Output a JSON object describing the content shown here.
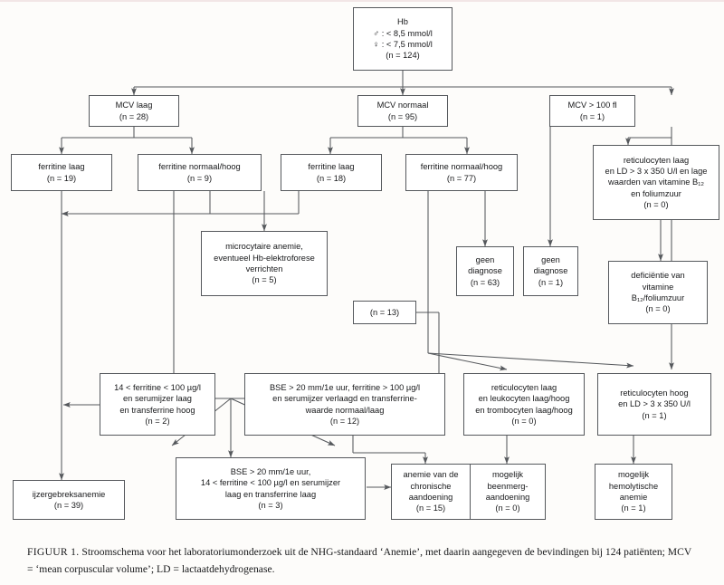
{
  "figure": {
    "caption_prefix": "FIGUUR 1.",
    "caption_text": " Stroomschema voor het laboratoriumonderzoek uit de NHG-standaard ‘Anemie’, met daarin aangegeven de bevindingen bij 124 patiënten; MCV = ‘mean corpuscular volume’; LD = lactaatdehydrogenase."
  },
  "colors": {
    "box_border": "#55585c",
    "line": "#55585c",
    "background": "#fdfcfa",
    "box_fill": "#ffffff",
    "text": "#17181a"
  },
  "chart_data": {
    "type": "diagram",
    "title": "Stroomschema laboratoriumonderzoek anemie (NHG-standaard)",
    "total_patients": 124,
    "nodes": [
      {
        "id": "hb",
        "label": "Hb\n♂ : < 8,5 mmol/l\n♀ : < 7,5 mmol/l\n(n = 124)",
        "n": 124
      },
      {
        "id": "mcv_laag",
        "label": "MCV laag\n(n = 28)",
        "n": 28
      },
      {
        "id": "mcv_normaal",
        "label": "MCV normaal\n(n = 95)",
        "n": 95
      },
      {
        "id": "mcv_hoog",
        "label": "MCV > 100 fl\n(n = 1)",
        "n": 1
      },
      {
        "id": "ferr_laag_19",
        "label": "ferritine laag\n(n = 19)",
        "n": 19
      },
      {
        "id": "ferr_nh_9",
        "label": "ferritine normaal/hoog\n(n = 9)",
        "n": 9
      },
      {
        "id": "ferr_laag_18",
        "label": "ferritine laag\n(n = 18)",
        "n": 18
      },
      {
        "id": "ferr_nh_77",
        "label": "ferritine normaal/hoog\n(n = 77)",
        "n": 77
      },
      {
        "id": "retic_laag_ld",
        "label": "reticulocyten laag\nen LD > 3 x 350 U/l en lage\nwaarden van vitamine B₁₂\nen foliumzuur\n(n = 0)",
        "n": 0
      },
      {
        "id": "microcytair",
        "label": "microcytaire anemie,\neventueel Hb-elektroforese\nverrichten\n(n = 5)",
        "n": 5
      },
      {
        "id": "geen_diag_63",
        "label": "geen\ndiagnose\n(n = 63)",
        "n": 63
      },
      {
        "id": "geen_diag_1",
        "label": "geen\ndiagnose\n(n = 1)",
        "n": 1
      },
      {
        "id": "deficientie",
        "label": "deficiëntie van\nvitamine\nB₁₂/foliumzuur\n(n = 0)",
        "n": 0
      },
      {
        "id": "n13",
        "label": "(n = 13)",
        "n": 13
      },
      {
        "id": "ferr14_100",
        "label": "14 < ferritine < 100 µg/l\nen serumijzer laag\nen transferrine hoog\n(n = 2)",
        "n": 2
      },
      {
        "id": "bse_ferr100",
        "label": "BSE > 20 mm/1e uur, ferritine > 100 µg/l\nen serumijzer verlaagd en transferrine-\nwaarde normaal/laag\n(n = 12)",
        "n": 12
      },
      {
        "id": "retic_leuko",
        "label": "reticulocyten laag\nen leukocyten laag/hoog\nen trombocyten laag/hoog\n(n = 0)",
        "n": 0
      },
      {
        "id": "retic_hoog",
        "label": "reticulocyten hoog\nen LD > 3 x 350 U/l\n(n = 1)",
        "n": 1
      },
      {
        "id": "ijzergebrek",
        "label": "ijzergebreksanemie\n(n = 39)",
        "n": 39
      },
      {
        "id": "bse_14_100",
        "label": "BSE > 20 mm/1e uur,\n14 < ferritine < 100 µg/l en serumijzer\nlaag en transferrine laag\n(n = 3)",
        "n": 3
      },
      {
        "id": "anemie_chron",
        "label": "anemie van de\nchronische\naandoening\n(n = 15)",
        "n": 15
      },
      {
        "id": "beenmerg",
        "label": "mogelijk\nbeenmerg-\naandoening\n(n = 0)",
        "n": 0
      },
      {
        "id": "hemolytisch",
        "label": "mogelijk\nhemolytische\nanemie\n(n = 1)",
        "n": 1
      }
    ],
    "edges": [
      {
        "from": "hb",
        "to": "mcv_laag"
      },
      {
        "from": "hb",
        "to": "mcv_normaal"
      },
      {
        "from": "hb",
        "to": "mcv_hoog"
      },
      {
        "from": "mcv_laag",
        "to": "ferr_laag_19"
      },
      {
        "from": "mcv_laag",
        "to": "ferr_nh_9"
      },
      {
        "from": "mcv_normaal",
        "to": "ferr_laag_18"
      },
      {
        "from": "mcv_normaal",
        "to": "ferr_nh_77"
      },
      {
        "from": "mcv_hoog",
        "to": "retic_laag_ld"
      },
      {
        "from": "mcv_hoog",
        "to": "retic_hoog"
      },
      {
        "from": "ferr_laag_19",
        "to": "ijzergebrek"
      },
      {
        "from": "ferr_nh_9",
        "to": "microcytair"
      },
      {
        "from": "ferr_nh_9",
        "to": "ijzergebrek"
      },
      {
        "from": "ferr_laag_18",
        "to": "ijzergebrek"
      },
      {
        "from": "ferr_laag_18",
        "to": "ferr14_100"
      },
      {
        "from": "ferr_laag_18",
        "to": "bse_ferr100"
      },
      {
        "from": "ferr_laag_18",
        "to": "bse_14_100"
      },
      {
        "from": "ferr_nh_77",
        "to": "geen_diag_63"
      },
      {
        "from": "ferr_nh_77",
        "to": "retic_leuko"
      },
      {
        "from": "ferr_nh_77",
        "to": "retic_hoog"
      },
      {
        "from": "retic_laag_ld",
        "to": "deficientie"
      },
      {
        "from": "n13",
        "to": "bse_14_100"
      },
      {
        "from": "ferr14_100",
        "to": "ijzergebrek"
      },
      {
        "from": "bse_ferr100",
        "to": "anemie_chron"
      },
      {
        "from": "bse_14_100",
        "to": "anemie_chron"
      },
      {
        "from": "retic_leuko",
        "to": "beenmerg"
      },
      {
        "from": "retic_hoog",
        "to": "hemolytisch"
      },
      {
        "from": "mcv_normaal",
        "to": "geen_diag_1"
      }
    ]
  },
  "boxes": {
    "hb": {
      "text": "Hb\n♂ : < 8,5 mmol/l\n♀ : < 7,5 mmol/l\n(n = 124)"
    },
    "mcv_laag": {
      "text": "MCV laag\n(n = 28)"
    },
    "mcv_normaal": {
      "text": "MCV normaal\n(n = 95)"
    },
    "mcv_hoog": {
      "text": "MCV > 100 fl\n(n = 1)"
    },
    "ferr_laag_19": {
      "text": "ferritine laag\n(n = 19)"
    },
    "ferr_nh_9": {
      "text": "ferritine normaal/hoog\n(n = 9)"
    },
    "ferr_laag_18": {
      "text": "ferritine laag\n(n = 18)"
    },
    "ferr_nh_77": {
      "text": "ferritine normaal/hoog\n(n = 77)"
    },
    "retic_laag_ld": {
      "text": "reticulocyten laag\nen LD > 3 x 350 U/l en lage\nwaarden van vitamine B₁₂\nen foliumzuur\n(n = 0)"
    },
    "microcytair": {
      "text": "microcytaire anemie,\neventueel Hb-elektroforese\nverrichten\n(n = 5)"
    },
    "geen_diag_63": {
      "text": "geen\ndiagnose\n(n = 63)"
    },
    "geen_diag_1": {
      "text": "geen\ndiagnose\n(n = 1)"
    },
    "deficientie": {
      "text": "deficiëntie van\nvitamine\nB₁₂/foliumzuur\n(n = 0)"
    },
    "n13": {
      "text": "(n = 13)"
    },
    "ferr14_100": {
      "text": "14 < ferritine < 100 µg/l\nen serumijzer laag\nen transferrine hoog\n(n = 2)"
    },
    "bse_ferr100": {
      "text": "BSE > 20 mm/1e uur, ferritine > 100 µg/l\nen serumijzer verlaagd en transferrine-\nwaarde normaal/laag\n(n = 12)"
    },
    "retic_leuko": {
      "text": "reticulocyten laag\nen leukocyten laag/hoog\nen trombocyten laag/hoog\n(n = 0)"
    },
    "retic_hoog": {
      "text": "reticulocyten hoog\nen LD > 3 x 350 U/l\n(n = 1)"
    },
    "ijzergebrek": {
      "text": "ijzergebreksanemie\n(n = 39)"
    },
    "bse_14_100": {
      "text": "BSE > 20 mm/1e uur,\n14 < ferritine < 100 µg/l en serumijzer\nlaag en transferrine laag\n(n = 3)"
    },
    "anemie_chron": {
      "text": "anemie van de\nchronische\naandoening\n(n = 15)"
    },
    "beenmerg": {
      "text": "mogelijk\nbeenmerg-\naandoening\n(n = 0)"
    },
    "hemolytisch": {
      "text": "mogelijk\nhemolytische\nanemie\n(n = 1)"
    }
  }
}
